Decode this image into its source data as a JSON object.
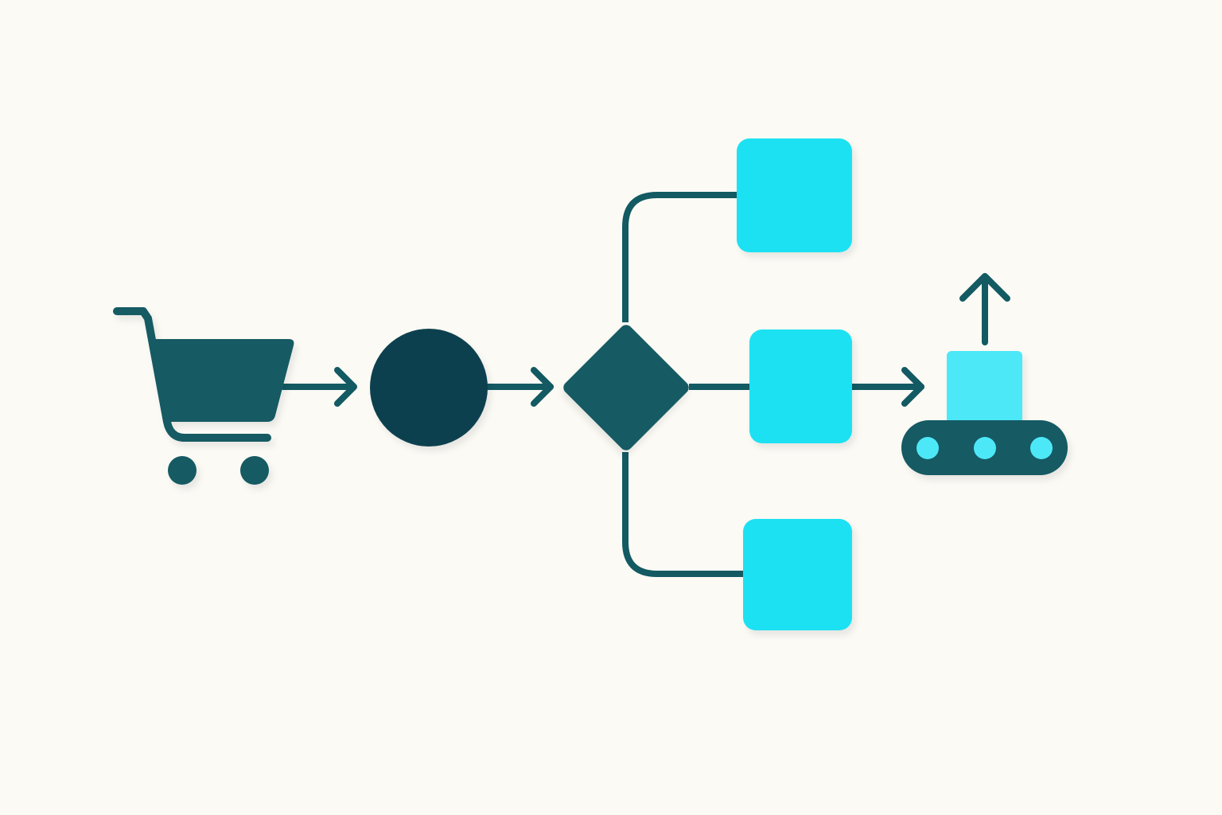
{
  "diagram": {
    "type": "flowchart",
    "colors": {
      "background": "#FBFAF5",
      "dark": "#135A63",
      "darker": "#11414F",
      "accent": "#1DE1F2",
      "accent_light": "#4DE8F8"
    },
    "nodes": [
      {
        "id": "cart",
        "shape": "icon",
        "icon": "shopping-cart-icon"
      },
      {
        "id": "start",
        "shape": "circle"
      },
      {
        "id": "decision",
        "shape": "diamond"
      },
      {
        "id": "task-top",
        "shape": "rounded-square"
      },
      {
        "id": "task-middle",
        "shape": "rounded-square"
      },
      {
        "id": "task-bottom",
        "shape": "rounded-square"
      },
      {
        "id": "conveyor",
        "shape": "icon",
        "icon": "conveyor-belt-icon"
      }
    ],
    "edges": [
      {
        "from": "cart",
        "to": "start",
        "arrow": true
      },
      {
        "from": "start",
        "to": "decision",
        "arrow": true
      },
      {
        "from": "decision",
        "to": "task-top",
        "arrow": false
      },
      {
        "from": "decision",
        "to": "task-middle",
        "arrow": false
      },
      {
        "from": "decision",
        "to": "task-bottom",
        "arrow": false
      },
      {
        "from": "task-middle",
        "to": "conveyor",
        "arrow": true
      }
    ],
    "extra_icons": [
      "arrow-up-icon"
    ]
  }
}
